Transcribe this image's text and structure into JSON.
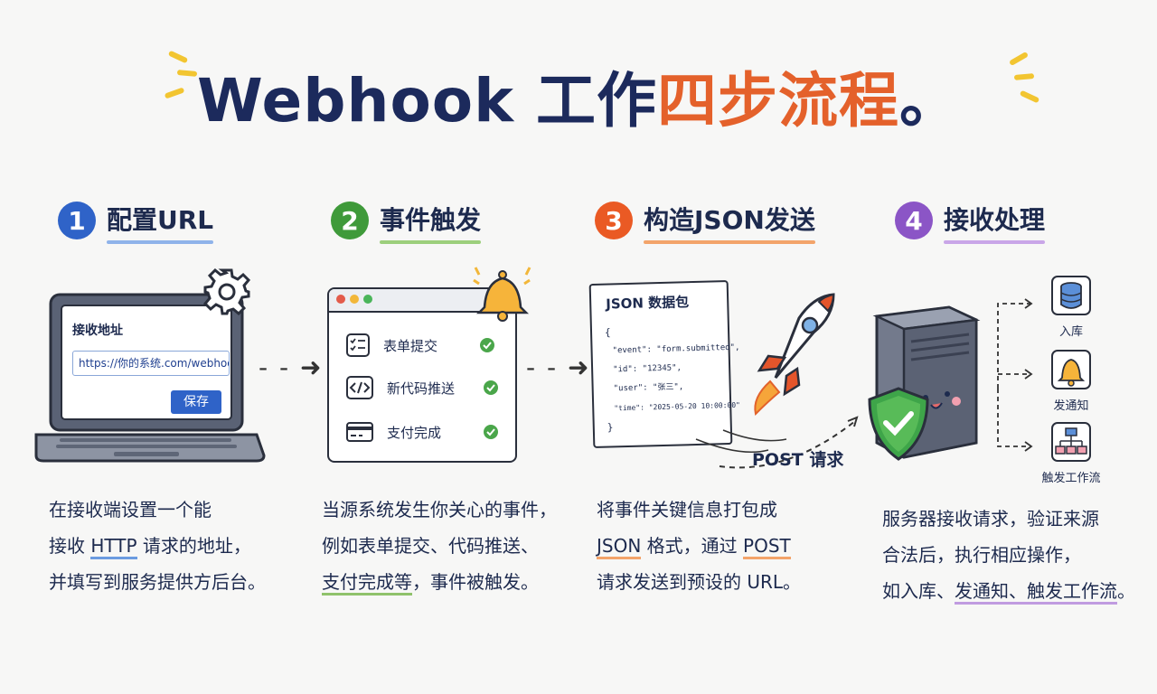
{
  "title": {
    "part1": "Webhook ",
    "part2": "工作",
    "part3": "四步流程",
    "dot": "。"
  },
  "colors": {
    "blue": "#2f63c8",
    "green": "#3f9a3a",
    "orange": "#ea5a24",
    "purple": "#8b55c6"
  },
  "steps": [
    {
      "number": "1",
      "title": "配置URL",
      "desc": [
        "在接收端设置一个能",
        "接收 ",
        "HTTP",
        " 请求的地址，",
        "并填写到服务提供方后台。"
      ]
    },
    {
      "number": "2",
      "title": "事件触发",
      "desc": [
        "当源系统发生你关心的事件，",
        "例如表单提交、代码推送、",
        "支付完成等",
        "，事件被触发。"
      ]
    },
    {
      "number": "3",
      "title": "构造JSON发送",
      "desc": [
        "将事件关键信息打包成",
        "JSON",
        " 格式，通过 ",
        "POST",
        "请求发送到预设的 URL。"
      ]
    },
    {
      "number": "4",
      "title": "接收处理",
      "desc": [
        "服务器接收请求，验证来源",
        "合法后，执行相应操作，",
        "如入库、",
        "发通知、触发工作流",
        "。"
      ]
    }
  ],
  "laptop": {
    "label": "接收地址",
    "url": "https://你的系统.com/webhook",
    "save": "保存"
  },
  "events": [
    {
      "icon": "checklist-icon",
      "label": "表单提交"
    },
    {
      "icon": "code-icon",
      "label": "新代码推送"
    },
    {
      "icon": "card-icon",
      "label": "支付完成"
    }
  ],
  "json_card": {
    "title": "JSON 数据包",
    "open": "{",
    "lines": [
      {
        "key": "\"event\"",
        "value": "\"form.submitted\","
      },
      {
        "key": "\"id\"",
        "value": "\"12345\","
      },
      {
        "key": "\"user\"",
        "value": "\"张三\","
      },
      {
        "key": "\"time\"",
        "value": "\"2025-05-20 10:00:00\""
      }
    ],
    "close": "}"
  },
  "post_label": "POST 请求",
  "outcomes": [
    {
      "icon": "database-icon",
      "label": "入库"
    },
    {
      "icon": "bell-icon",
      "label": "发通知"
    },
    {
      "icon": "workflow-icon",
      "label": "触发工作流"
    }
  ]
}
